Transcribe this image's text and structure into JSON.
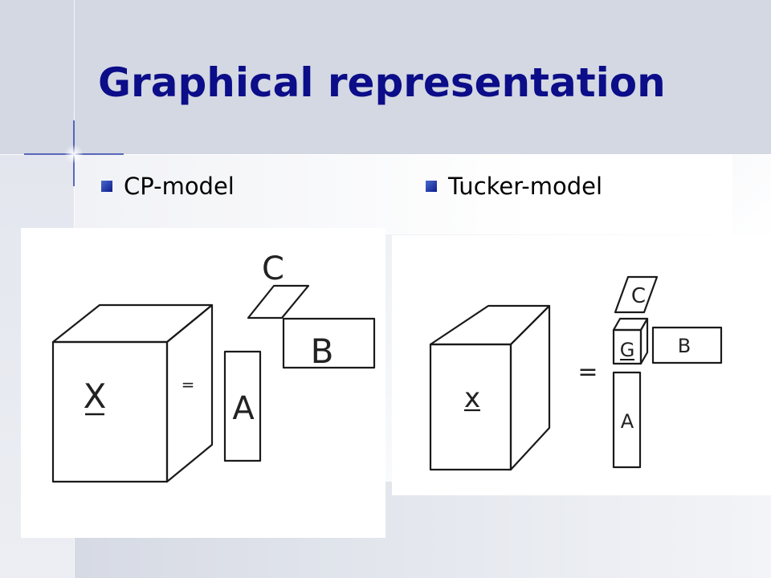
{
  "slide": {
    "title": "Graphical representation",
    "bullets": [
      {
        "label": "CP-model"
      },
      {
        "label": "Tucker-model"
      }
    ]
  },
  "cp_figure": {
    "tensor_label": "X",
    "equals": "=",
    "factor_a": "A",
    "factor_b": "B",
    "factor_c": "C"
  },
  "tucker_figure": {
    "tensor_label": "x",
    "equals": "=",
    "core": "G",
    "factor_a": "A",
    "factor_b": "B",
    "factor_c": "C"
  },
  "colors": {
    "title": "#0c0d88",
    "bullet": "#1a2e9e",
    "header_band": "#d3d8e3"
  }
}
